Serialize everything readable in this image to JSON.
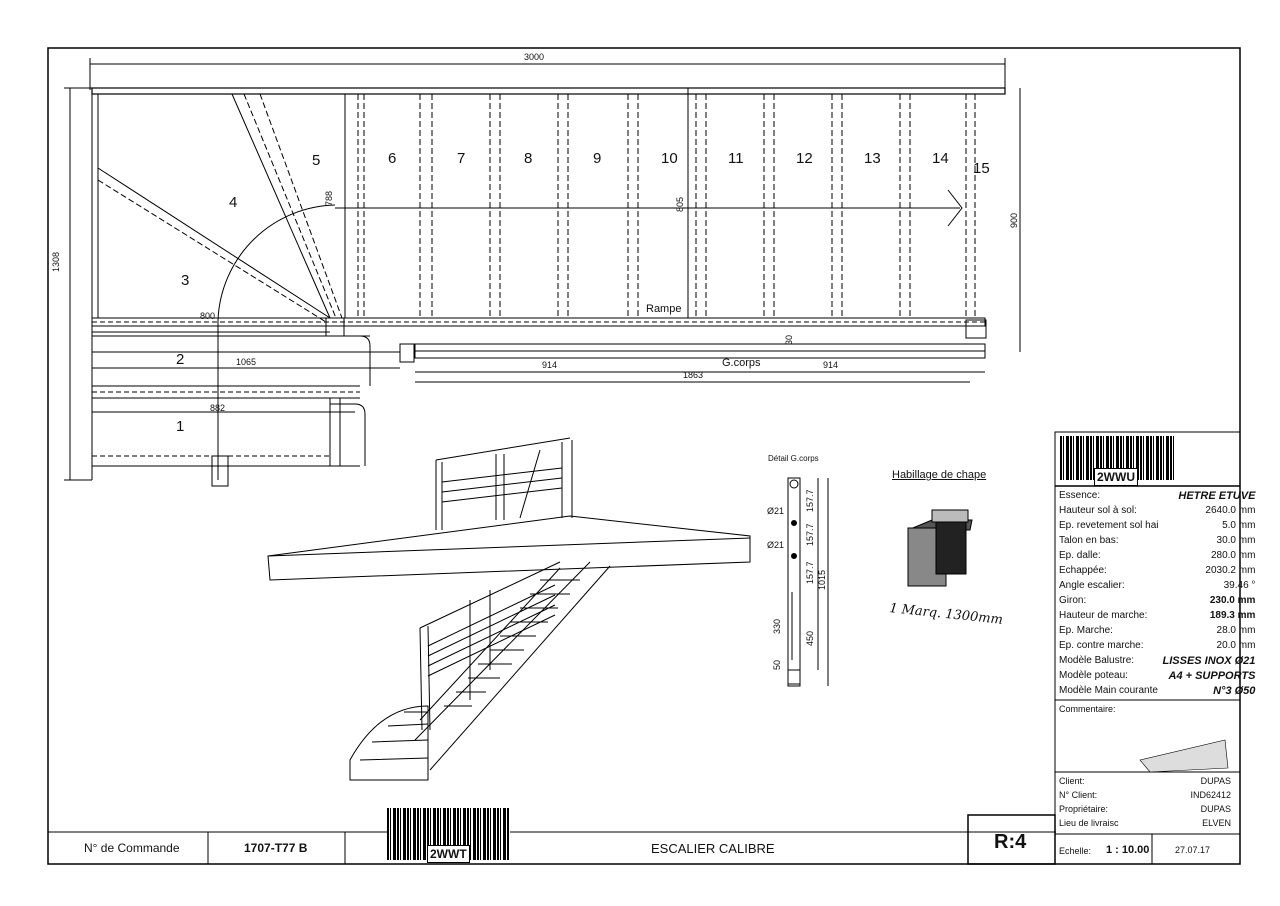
{
  "plan": {
    "dims": {
      "total_length": "3000",
      "depth_left": "1308",
      "depth_right": "900",
      "d_800": "800",
      "d_1065": "1065",
      "d_882": "882",
      "d_914_a": "914",
      "d_914_b": "914",
      "d_1863": "1863",
      "d_788": "788",
      "d_805": "805",
      "d_30": "30"
    },
    "steps": [
      "1",
      "2",
      "3",
      "4",
      "5",
      "6",
      "7",
      "8",
      "9",
      "10",
      "11",
      "12",
      "13",
      "14",
      "15"
    ],
    "labels": {
      "rampe": "Rampe",
      "gcorps": "G.corps"
    }
  },
  "detail": {
    "title": "Détail G.corps",
    "dims": [
      "Ø21",
      "Ø21",
      "157.7",
      "157.7",
      "157.7",
      "1015",
      "330",
      "450",
      "50"
    ]
  },
  "habillage": {
    "title": "Habillage de chape",
    "note": "1 Marq. 1300mm"
  },
  "specs": [
    {
      "label": "Essence:",
      "value": "HETRE ETUVE",
      "style": "it"
    },
    {
      "label": "Hauteur sol à sol:",
      "value": "2640.0 mm",
      "style": ""
    },
    {
      "label": "Ep. revetement sol hai",
      "value": "5.0 mm",
      "style": ""
    },
    {
      "label": "Talon en bas:",
      "value": "30.0 mm",
      "style": ""
    },
    {
      "label": "Ep. dalle:",
      "value": "280.0 mm",
      "style": ""
    },
    {
      "label": "Echappée:",
      "value": "2030.2 mm",
      "style": ""
    },
    {
      "label": "Angle escalier:",
      "value": "39.46 °",
      "style": ""
    },
    {
      "label": "Giron:",
      "value": "230.0 mm",
      "style": "bold"
    },
    {
      "label": "Hauteur de marche:",
      "value": "189.3 mm",
      "style": "bold"
    },
    {
      "label": "Ep. Marche:",
      "value": "28.0 mm",
      "style": ""
    },
    {
      "label": "Ep. contre marche:",
      "value": "20.0 mm",
      "style": ""
    },
    {
      "label": "Modèle Balustre:",
      "value": "LISSES INOX Ø21",
      "style": "it"
    },
    {
      "label": "Modèle poteau:",
      "value": "A4 + SUPPORTS",
      "style": "it"
    },
    {
      "label": "Modèle Main courante",
      "value": "N°3 Ø50",
      "style": "it"
    }
  ],
  "comment": {
    "label": "Commentaire:"
  },
  "client": [
    {
      "label": "Client:",
      "value": "DUPAS"
    },
    {
      "label": "N° Client:",
      "value": "IND62412"
    },
    {
      "label": "Propriétaire:",
      "value": "DUPAS"
    },
    {
      "label": "Lieu de livraisc",
      "value": "ELVEN"
    }
  ],
  "footer": {
    "order_label": "N° de Commande",
    "order_value": "1707-T77 B",
    "title": "ESCALIER CALIBRE",
    "revision": "R:4",
    "scale_label": "Echelle:",
    "scale_value": "1 : 10.00",
    "date": "27.07.17"
  },
  "barcodes": {
    "top": "2WWU",
    "bottom": "2WWT"
  }
}
